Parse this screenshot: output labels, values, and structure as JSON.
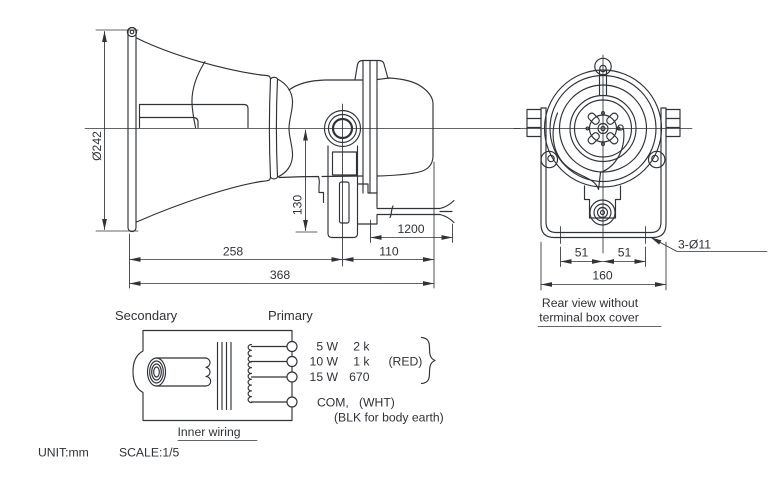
{
  "colors": {
    "line": "#2f3236",
    "background": "#ffffff"
  },
  "side_view": {
    "dim_diameter": "Ø242",
    "dim_height": "130",
    "dim_cable_length": "1200",
    "dim_horn_depth": "258",
    "dim_bracket_to_rear": "110",
    "dim_total_depth": "368"
  },
  "rear_view": {
    "dim_hole_left": "51",
    "dim_hole_right": "51",
    "dim_width": "160",
    "dim_holes": "3-Ø11",
    "caption_line1": "Rear view without",
    "caption_line2": "terminal box cover"
  },
  "wiring": {
    "secondary_label": "Secondary",
    "primary_label": "Primary",
    "taps": [
      {
        "power": "5 W",
        "impedance": "2 k"
      },
      {
        "power": "10 W",
        "impedance": "1 k"
      },
      {
        "power": "15 W",
        "impedance": "670"
      }
    ],
    "tap_wire_color": "(RED)",
    "common_label": "COM,",
    "common_wire_color": "(WHT)",
    "earth_note": "(BLK for body earth)",
    "caption": "Inner wiring"
  },
  "footer": {
    "unit": "UNIT:mm",
    "scale": "SCALE:1/5"
  }
}
